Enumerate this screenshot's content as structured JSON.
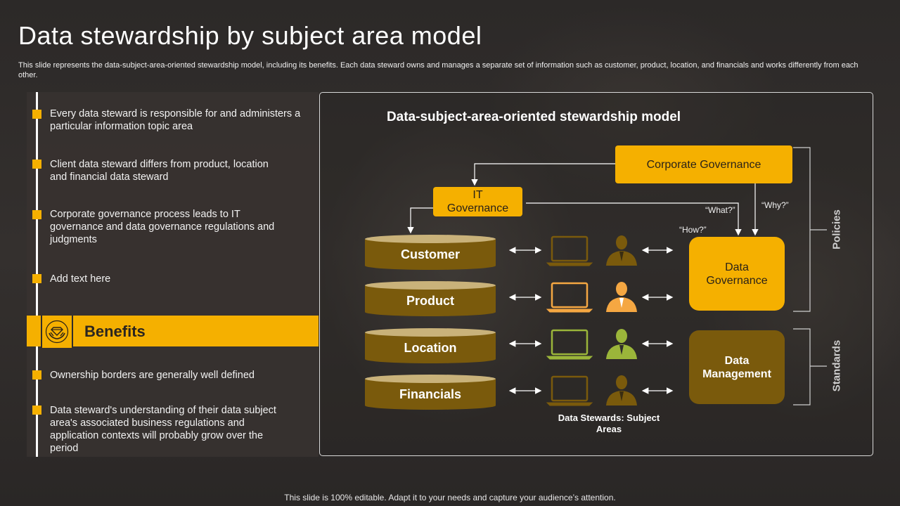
{
  "title": "Data stewardship by subject area model",
  "subtitle": "This slide represents the data-subject-area-oriented stewardship model, including its benefits. Each data steward owns and manages a separate set of information such as customer, product, location, and financials and works differently from each other.",
  "left_panel": {
    "points": [
      "Every data steward is responsible for and administers a particular information topic area",
      "Client data steward differs from product, location and financial data steward",
      "Corporate governance process leads to IT governance and data governance regulations and judgments",
      "Add text here"
    ],
    "benefits_label": "Benefits",
    "benefits_icon": "hands-diamond-icon",
    "benefits": [
      "Ownership borders are generally well defined",
      "Data steward's understanding of their data subject area's associated business regulations and application contexts will probably grow over the period"
    ]
  },
  "diagram": {
    "title": "Data-subject-area-oriented stewardship model",
    "corporate_governance": "Corporate Governance",
    "it_governance": "IT Governance",
    "data_governance": "Data Governance",
    "data_management": "Data Management",
    "subject_areas": [
      {
        "label": "Customer",
        "color": "#7a5a0c"
      },
      {
        "label": "Product",
        "color": "#f5a742"
      },
      {
        "label": "Location",
        "color": "#9bb53a"
      },
      {
        "label": "Financials",
        "color": "#7a5a0c"
      }
    ],
    "why_label": "“Why?”",
    "what_label": "“What?”",
    "how_label": "“How?”",
    "stewards_label": "Data Stewards: Subject Areas",
    "policies_label": "Policies",
    "standards_label": "Standards",
    "colors": {
      "accent": "#f5b000",
      "dark_gold": "#7a5a0c",
      "background": "#2f2c2b"
    }
  },
  "footer": "This slide is 100% editable. Adapt it to your needs and capture your audience’s attention."
}
